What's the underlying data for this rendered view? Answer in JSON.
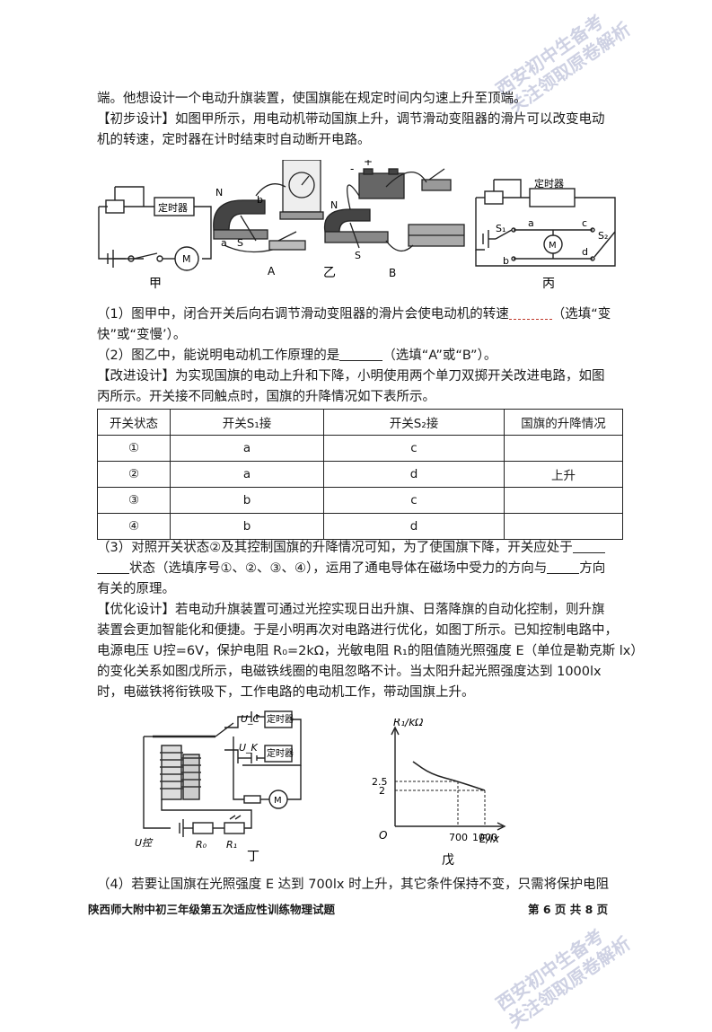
{
  "watermark": {
    "line1": "西安初中生备考",
    "line2": "关注领取原卷解析"
  },
  "text": {
    "intro": "端。他想设计一个电动升旗装置，使国旗能在规定时间内匀速上升至顶端。",
    "design1_a": "【初步设计】如图甲所示，用电动机带动国旗上升，调节滑动变阻器的滑片可以改变电动",
    "design1_b": "机的转速，定时器在计时结束时自动断开电路。",
    "q1_a": "（1）图甲中，闭合开关后向右调节滑动变阻器的滑片会使电动机的转速",
    "q1_b": "（选填“变",
    "q1_c": "快”或“变慢’）。",
    "q2_a": "（2）图乙中，能说明电动机工作原理的是",
    "q2_b": "（选填“A”或“B”）。",
    "improve_a": "【改进设计】为实现国旗的电动上升和下降，小明使用两个单刀双掷开关改进电路，如图",
    "improve_b": "丙所示。开关接不同触点时，国旗的升降情况如下表所示。",
    "q3_a": "（3）对照开关状态②及其控制国旗的升降情况可知，为了使国旗下降，开关应处于",
    "q3_b": "状态（选填序号①、②、③、④），运用了通电导体在磁场中受力的方向与",
    "q3_c": "方向",
    "q3_d": "有关的原理。",
    "opt_a": "【优化设计】若电动升旗装置可通过光控实现日出升旗、日落降旗的自动化控制，则升旗",
    "opt_b": "装置会更加智能化和便捷。于是小明再次对电路进行优化，如图丁所示。已知控制电路中，",
    "opt_c": "电源电压 U控=6V，保护电阻 R₀=2kΩ，光敏电阻 R₁的阻值随光照强度 E（单位是勒克斯 lx）",
    "opt_d": "的变化关系如图戊所示，电磁铁线圈的电阻忽略不计。当太阳升起光照强度达到 1000lx",
    "opt_e": "时，电磁铁将衔铁吸下，工作电路的电动机工作，带动国旗上升。",
    "q4": "（4）若要让国旗在光照强度 E 达到 700lx 时上升，其它条件保持不变，只需将保护电阻"
  },
  "table": {
    "headers": [
      "开关状态",
      "开关S₁接",
      "开关S₂接",
      "国旗的升降情况"
    ],
    "rows": [
      [
        "①",
        "a",
        "c",
        ""
      ],
      [
        "②",
        "a",
        "d",
        "上升"
      ],
      [
        "③",
        "b",
        "c",
        ""
      ],
      [
        "④",
        "b",
        "d",
        ""
      ]
    ]
  },
  "fig1": {
    "jia": "甲",
    "yi": "乙",
    "bing": "丙",
    "timer": "定时器",
    "motor": "M",
    "A": "A",
    "B": "B",
    "N": "N",
    "S": "S",
    "a": "a",
    "b": "b",
    "c": "c",
    "d": "d",
    "S1": "S₁",
    "S2": "S₂",
    "plus": "+",
    "minus": "-"
  },
  "fig2": {
    "ding": "丁",
    "wu": "戊",
    "Uc": "U_C",
    "Uk": "U_K",
    "timer": "定时器",
    "motor": "M",
    "Ukong": "U控",
    "R0": "R₀",
    "R1": "R₁",
    "ylabel": "R₁/kΩ",
    "xlabel": "E/lx",
    "origin": "O"
  },
  "chart_data": {
    "type": "line",
    "ylabel": "R₁/kΩ",
    "xlabel": "E/lx",
    "x_ticks": [
      700,
      1000
    ],
    "y_ticks": [
      2,
      2.5
    ],
    "series": [
      {
        "x": [
          200,
          400,
          700,
          1000
        ],
        "y": [
          3.6,
          2.9,
          2.5,
          2.0
        ]
      }
    ]
  },
  "footer": {
    "left": "陕西师大附中初三年级第五次适应性训练物理试题",
    "right": "第 6 页 共 8 页"
  }
}
